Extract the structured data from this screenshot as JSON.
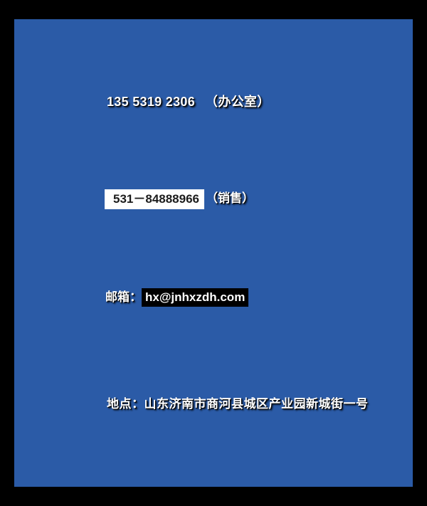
{
  "page": {
    "frame_color": "#000000",
    "background_color": "#2b5ba7",
    "text_color": "#ffffff",
    "selection_background": "#ffffff",
    "selection_text_color": "#1c1c1c",
    "email_highlight_background": "#000000"
  },
  "contact": {
    "office": {
      "number": "135 5319 2306",
      "label": "（办公室）"
    },
    "sales": {
      "number": "531－84888966",
      "label": "（销售）"
    },
    "email": {
      "prefix": "邮箱：",
      "address": "hx@jnhxzdh.com"
    },
    "address": {
      "text": "地点：山东济南市商河县城区产业园新城街一号"
    }
  }
}
